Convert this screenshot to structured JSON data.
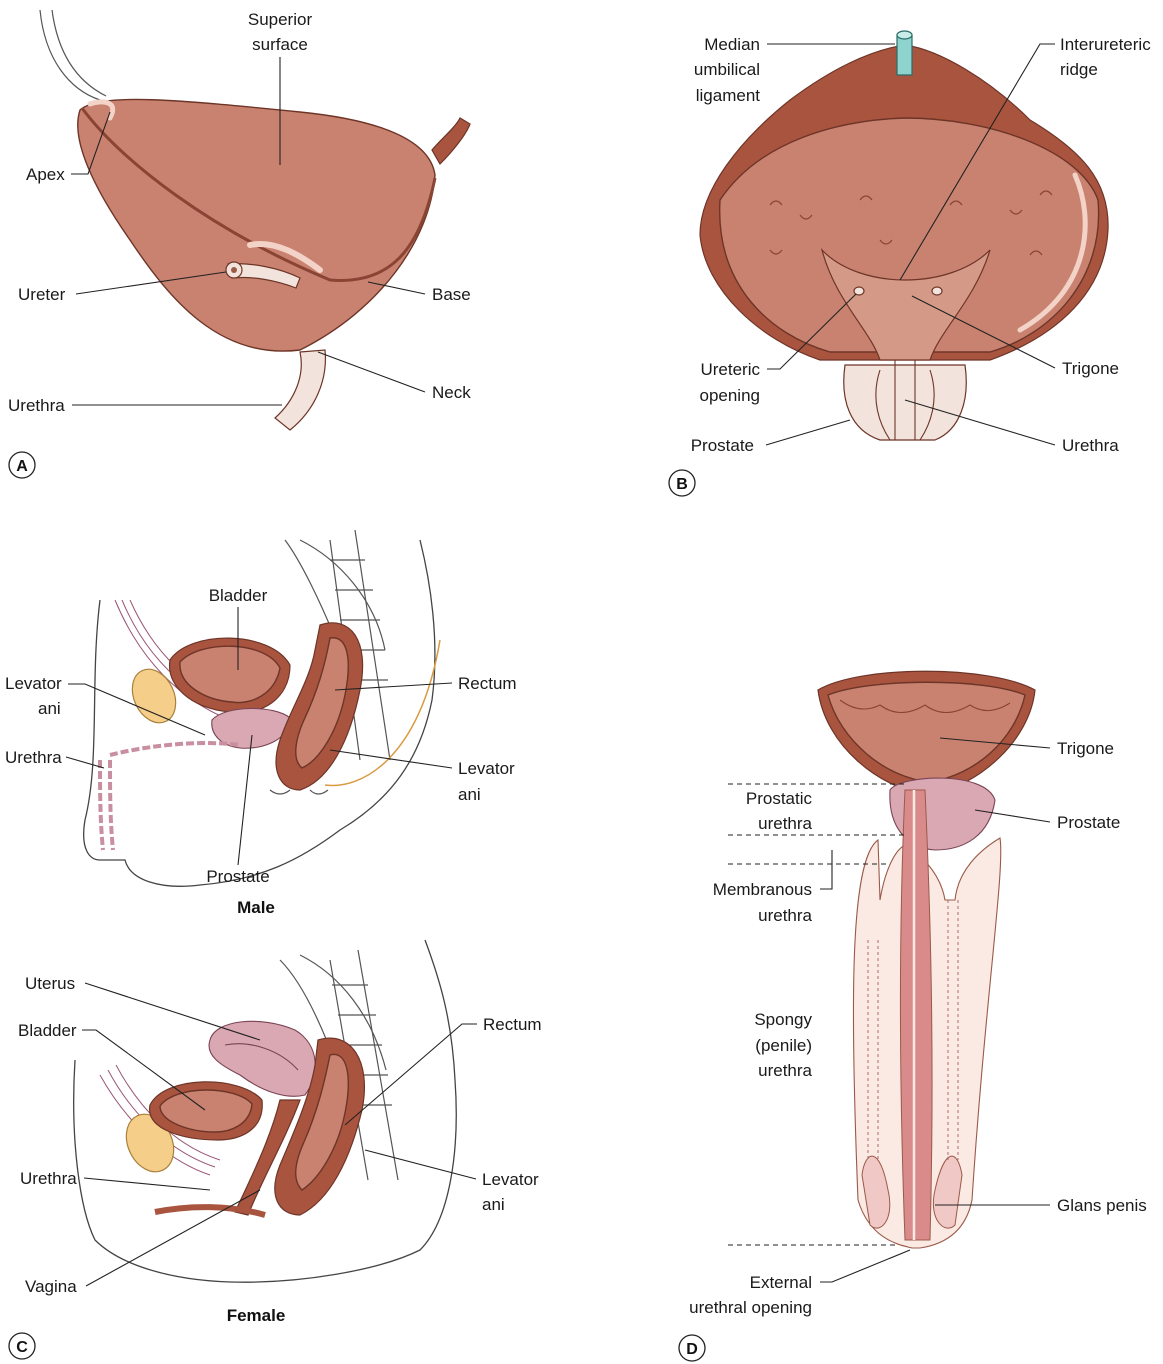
{
  "panels": {
    "A": {
      "letter": "A",
      "labels": {
        "superior_surface_1": "Superior",
        "superior_surface_2": "surface",
        "apex": "Apex",
        "ureter": "Ureter",
        "base": "Base",
        "neck": "Neck",
        "urethra": "Urethra"
      }
    },
    "B": {
      "letter": "B",
      "labels": {
        "median_umbilical_1": "Median",
        "median_umbilical_2": "umbilical",
        "median_umbilical_3": "ligament",
        "interureteric_1": "Interureteric",
        "interureteric_2": "ridge",
        "ureteric_opening_1": "Ureteric",
        "ureteric_opening_2": "opening",
        "trigone": "Trigone",
        "prostate": "Prostate",
        "urethra": "Urethra"
      }
    },
    "C": {
      "letter": "C",
      "male": {
        "caption": "Male",
        "labels": {
          "bladder": "Bladder",
          "levator_ani_left_1": "Levator",
          "levator_ani_left_2": "ani",
          "rectum": "Rectum",
          "urethra": "Urethra",
          "levator_ani_right_1": "Levator",
          "levator_ani_right_2": "ani",
          "prostate": "Prostate"
        }
      },
      "female": {
        "caption": "Female",
        "labels": {
          "uterus": "Uterus",
          "bladder": "Bladder",
          "rectum": "Rectum",
          "urethra": "Urethra",
          "levator_ani_1": "Levator",
          "levator_ani_2": "ani",
          "vagina": "Vagina"
        }
      }
    },
    "D": {
      "letter": "D",
      "labels": {
        "trigone": "Trigone",
        "prostatic_urethra_1": "Prostatic",
        "prostatic_urethra_2": "urethra",
        "prostate": "Prostate",
        "membranous_urethra_1": "Membranous",
        "membranous_urethra_2": "urethra",
        "spongy_urethra_1": "Spongy",
        "spongy_urethra_2": "(penile)",
        "spongy_urethra_3": "urethra",
        "glans_penis": "Glans penis",
        "external_opening_1": "External",
        "external_opening_2": "urethral opening"
      }
    }
  },
  "colors": {
    "bladder_wall": "#c98270",
    "bladder_dark": "#a9543f",
    "mucosa_pink": "#d9a8b3",
    "pubic_bone": "#f5cf8a",
    "ligament_teal": "#8fd3cf"
  }
}
